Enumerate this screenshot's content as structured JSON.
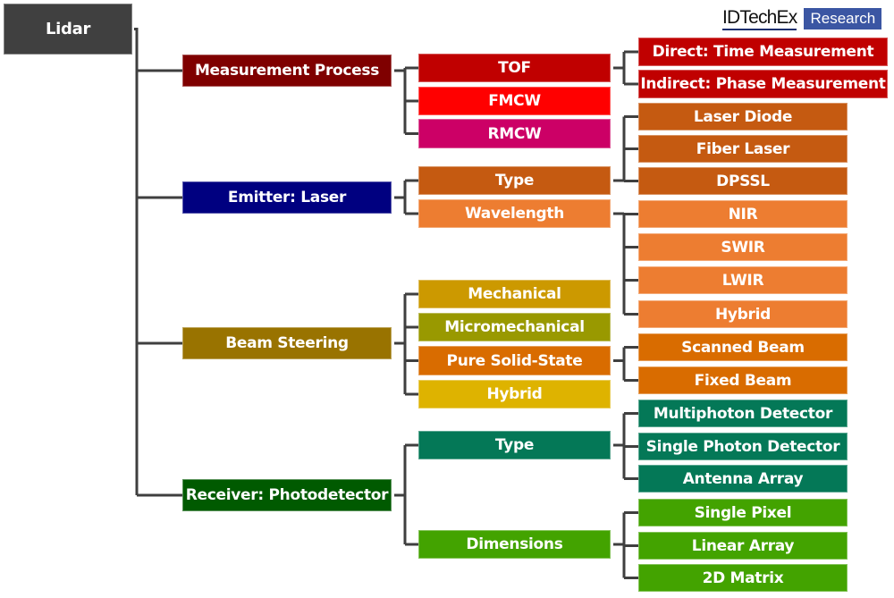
{
  "logo": {
    "brand": "IDTechEx",
    "tag": "Research",
    "tag_color": "#3b56a3"
  },
  "root": {
    "label": "Lidar",
    "color": "#404040"
  },
  "categories": [
    {
      "label": "Measurement Process",
      "color": "#7f0000",
      "children": [
        {
          "label": "TOF",
          "color": "#c00000",
          "children": [
            {
              "label": "Direct: Time Measurement",
              "color": "#c00000"
            },
            {
              "label": "Indirect: Phase Measurement",
              "color": "#c00000"
            }
          ]
        },
        {
          "label": "FMCW",
          "color": "#ff0000"
        },
        {
          "label": "RMCW",
          "color": "#cc0066"
        }
      ]
    },
    {
      "label": "Emitter: Laser",
      "color": "#000080",
      "children": [
        {
          "label": "Type",
          "color": "#c55a11",
          "children": [
            {
              "label": "Laser Diode",
              "color": "#c55a11"
            },
            {
              "label": "Fiber Laser",
              "color": "#c55a11"
            },
            {
              "label": "DPSSL",
              "color": "#c55a11"
            }
          ]
        },
        {
          "label": "Wavelength",
          "color": "#ed7d31",
          "children": [
            {
              "label": "NIR",
              "color": "#ed7d31"
            },
            {
              "label": "SWIR",
              "color": "#ed7d31"
            },
            {
              "label": "LWIR",
              "color": "#ed7d31"
            },
            {
              "label": "Hybrid",
              "color": "#ed7d31"
            }
          ]
        }
      ]
    },
    {
      "label": "Beam Steering",
      "color": "#997300",
      "children": [
        {
          "label": "Mechanical",
          "color": "#cc9900"
        },
        {
          "label": "Micromechanical",
          "color": "#999900"
        },
        {
          "label": "Pure Solid-State",
          "color": "#d96c00",
          "children": [
            {
              "label": "Scanned Beam",
              "color": "#d96c00"
            },
            {
              "label": "Fixed Beam",
              "color": "#d96c00"
            }
          ]
        },
        {
          "label": "Hybrid",
          "color": "#deb300"
        }
      ]
    },
    {
      "label": "Receiver: Photodetector",
      "color": "#005a00",
      "children": [
        {
          "label": "Type",
          "color": "#047857",
          "children": [
            {
              "label": "Multiphoton Detector",
              "color": "#047857"
            },
            {
              "label": "Single Photon Detector",
              "color": "#047857"
            },
            {
              "label": "Antenna Array",
              "color": "#047857"
            }
          ]
        },
        {
          "label": "Dimensions",
          "color": "#43a300",
          "children": [
            {
              "label": "Single Pixel",
              "color": "#43a300"
            },
            {
              "label": "Linear Array",
              "color": "#43a300"
            },
            {
              "label": "2D Matrix",
              "color": "#43a300"
            }
          ]
        }
      ]
    }
  ]
}
